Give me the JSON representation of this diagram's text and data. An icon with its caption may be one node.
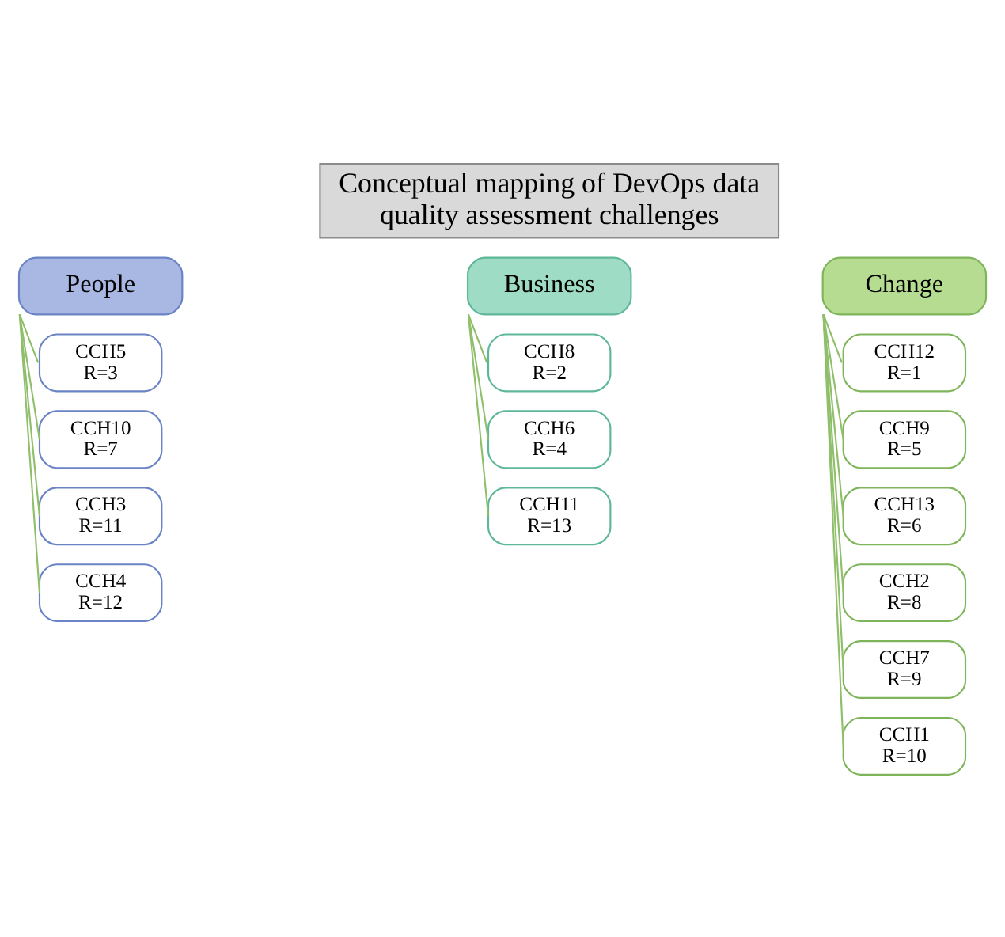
{
  "diagram": {
    "nodes": [
      {
        "text": [
          "Conceptual mapping of DevOps data quality assessment challenges"
        ]
      },
      {
        "text": [
          "People"
        ]
      },
      {
        "text": [
          "CCH5 R=3"
        ]
      },
      {
        "text": [
          "CCH10 R=7"
        ]
      },
      {
        "text": [
          "CCH3 R=11"
        ]
      },
      {
        "text": [
          "CCH4 R=12"
        ]
      },
      {
        "text": [
          "Business"
        ]
      },
      {
        "text": [
          "CCH8 R=2"
        ]
      },
      {
        "text": [
          "CCH6 R=4"
        ]
      },
      {
        "text": [
          "CCH11 R=13"
        ]
      },
      {
        "text": [
          "Change"
        ]
      },
      {
        "text": [
          "CCH12 R=1"
        ]
      },
      {
        "text": [
          "CCH9 R=5"
        ]
      },
      {
        "text": [
          "CCH13 R=6"
        ]
      },
      {
        "text": [
          "CCH2 R=8"
        ]
      },
      {
        "text": [
          "CCH7 R=9"
        ]
      },
      {
        "text": [
          "CCH1 R=10"
        ]
      }
    ],
    "edges": [
      {
        "from": 1,
        "to": 2,
        "arrow": "none"
      },
      {
        "from": 1,
        "to": 3,
        "arrow": "none"
      },
      {
        "from": 1,
        "to": 4,
        "arrow": "none"
      },
      {
        "from": 1,
        "to": 5,
        "arrow": "none"
      },
      {
        "from": 6,
        "to": 7,
        "arrow": "none"
      },
      {
        "from": 6,
        "to": 8,
        "arrow": "none"
      },
      {
        "from": 6,
        "to": 9,
        "arrow": "none"
      },
      {
        "from": 10,
        "to": 11,
        "arrow": "none"
      },
      {
        "from": 10,
        "to": 12,
        "arrow": "none"
      },
      {
        "from": 10,
        "to": 13,
        "arrow": "none"
      },
      {
        "from": 10,
        "to": 14,
        "arrow": "none"
      },
      {
        "from": 10,
        "to": 15,
        "arrow": "none"
      },
      {
        "from": 10,
        "to": 16,
        "arrow": "none"
      }
    ]
  }
}
